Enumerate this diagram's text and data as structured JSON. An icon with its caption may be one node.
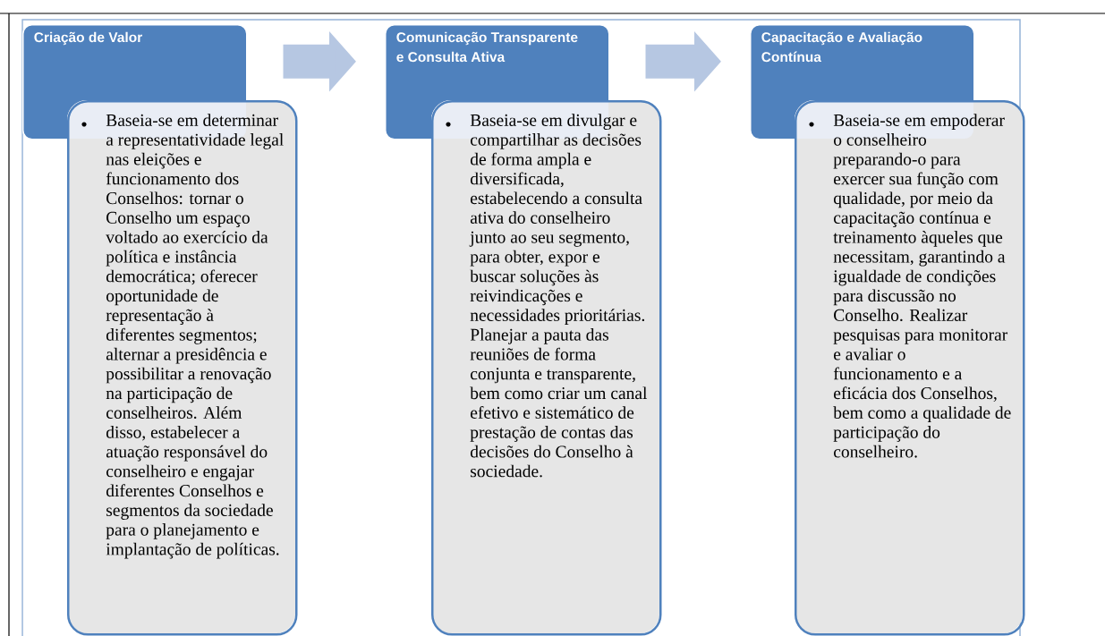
{
  "diagram": {
    "nodes": [
      {
        "text": [
          "Criação de Valor"
        ]
      },
      {
        "text": [
          "Baseia-se em determinar a representatividade legal nas eleições e funcionamento dos Conselhos: tornar o Conselho um espaço voltado ao exercício da política e instância democrática; oferecer oportunidade de representação à diferentes segmentos; alternar a presidência e possibilitar a renovação na participação de conselheiros. Além disso, estabelecer a atuação responsável do conselheiro e engajar diferentes Conselhos e segmentos da sociedade para o planejamento e implantação de políticas."
        ]
      },
      {
        "text": [
          "Comunicação Transparente e Consulta Ativa"
        ]
      },
      {
        "text": [
          "Baseia-se em divulgar e compartilhar as decisões de forma ampla e diversificada, estabelecendo a consulta ativa do conselheiro junto ao seu segmento, para obter, expor e buscar soluções às reivindicações e necessidades prioritárias. Planejar a pauta das reuniões de forma conjunta e transparente, bem como criar um canal efetivo e sistemático de prestação de contas das decisões do Conselho à sociedade."
        ]
      },
      {
        "text": [
          "Capacitação e Avaliação Contínua"
        ]
      },
      {
        "text": [
          "Baseia-se em empoderar o conselheiro preparando-o para exercer sua função com qualidade, por meio da capacitação contínua e treinamento àqueles que necessitam, garantindo a igualdade de condições para discussão no Conselho. Realizar pesquisas para monitorar e avaliar o funcionamento e a eficácia dos Conselhos, bem como a qualidade de participação do conselheiro."
        ]
      }
    ],
    "edges": [
      {
        "from": 0,
        "to": 2,
        "arrow": "to"
      },
      {
        "from": 2,
        "to": 4,
        "arrow": "to"
      }
    ]
  }
}
